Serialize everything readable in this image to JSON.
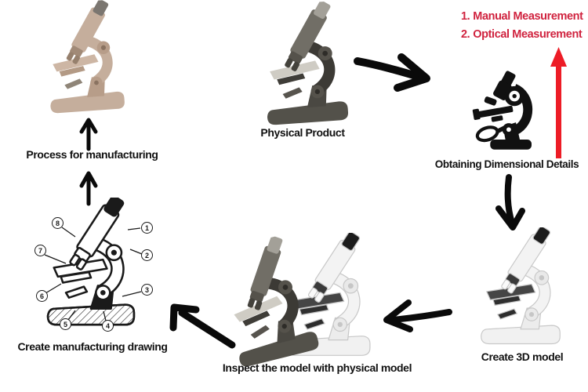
{
  "flow": {
    "nodes": {
      "physical_product": {
        "label": "Physical Product",
        "icon": "microscope-photo-icon"
      },
      "obtaining_details": {
        "label": "Obtaining Dimensional Details",
        "icon": "microscope-silhouette-magnifier-icon"
      },
      "create_3d": {
        "label": "Create 3D model",
        "icon": "microscope-3d-white-icon"
      },
      "inspect": {
        "label": "Inspect the model with physical model",
        "icon": "microscope-overlay-icon"
      },
      "drawing": {
        "label": "Create manufacturing drawing",
        "icon": "microscope-line-drawing-icon",
        "callouts": [
          "1",
          "2",
          "3",
          "4",
          "5",
          "6",
          "7",
          "8"
        ]
      },
      "process": {
        "label": "Process for manufacturing",
        "icon": "microscope-beige-icon"
      }
    },
    "measurements": {
      "items": [
        {
          "num": "1.",
          "label": "Manual Measurement"
        },
        {
          "num": "2.",
          "label": "Optical Measurement"
        }
      ]
    },
    "colors": {
      "measurement_text": "#d0233f",
      "highlight_arrow": "#ed1c26",
      "flow_arrow": "#0a0a0a",
      "label_text": "#111111",
      "beige_body": "#c5ae9c"
    }
  }
}
